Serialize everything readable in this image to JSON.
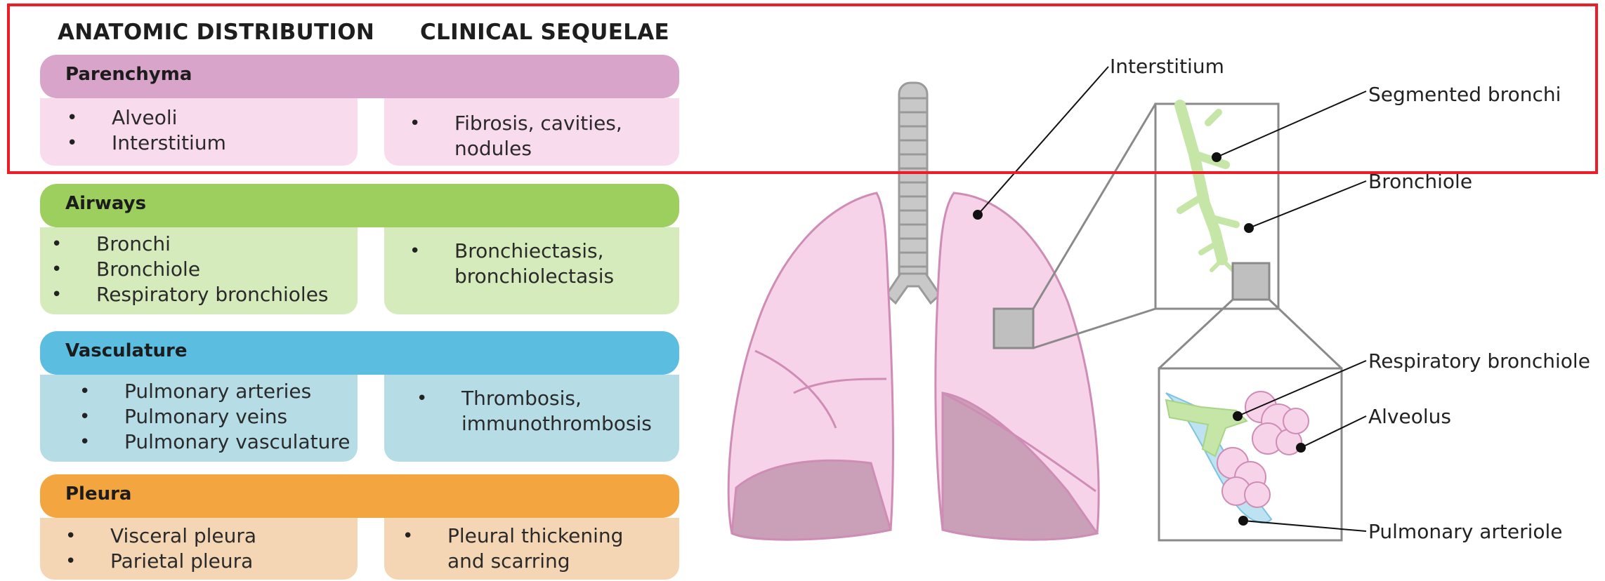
{
  "column_headers": {
    "anatomic": "ANATOMIC DISTRIBUTION",
    "clinical": "CLINICAL SEQUELAE"
  },
  "sections": [
    {
      "title": "Parenchyma",
      "anatomic": [
        "Alveoli",
        "Interstitium"
      ],
      "clinical": [
        "Fibrosis, cavities,\nnodules"
      ],
      "header_color": "#d9a4c9",
      "box_color": "#f9dbee"
    },
    {
      "title": "Airways",
      "anatomic": [
        "Bronchi",
        "Bronchiole",
        "Respiratory bronchioles"
      ],
      "clinical": [
        "Bronchiectasis,\nbronchiolectasis"
      ],
      "header_color": "#9ccf5e",
      "box_color": "#d6ebbb"
    },
    {
      "title": "Vasculature",
      "anatomic": [
        "Pulmonary arteries",
        "Pulmonary veins",
        "Pulmonary vasculature"
      ],
      "clinical": [
        "Thrombosis,\nimmunothrombosis"
      ],
      "header_color": "#5bbde0",
      "box_color": "#b6dde6"
    },
    {
      "title": "Pleura",
      "anatomic": [
        "Visceral pleura",
        "Parietal pleura"
      ],
      "clinical": [
        "Pleural thickening\nand scarring"
      ],
      "header_color": "#f3a540",
      "box_color": "#f4d6b4"
    }
  ],
  "diagram_labels": {
    "interstitium": "Interstitium",
    "segmented_bronchi": "Segmented bronchi",
    "bronchiole": "Bronchiole",
    "respiratory_bronchiole": "Respiratory bronchiole",
    "alveolus": "Alveolus",
    "pulmonary_arteriole": "Pulmonary arteriole"
  },
  "colors": {
    "lung_fill": "#f7d3ea",
    "lung_shadow": "#c9a0b8",
    "airway_green": "#c5e6a6",
    "vessel_blue": "#bde3f2",
    "box_gray": "#bfbfbf",
    "highlight_red": "#ee1c25"
  }
}
